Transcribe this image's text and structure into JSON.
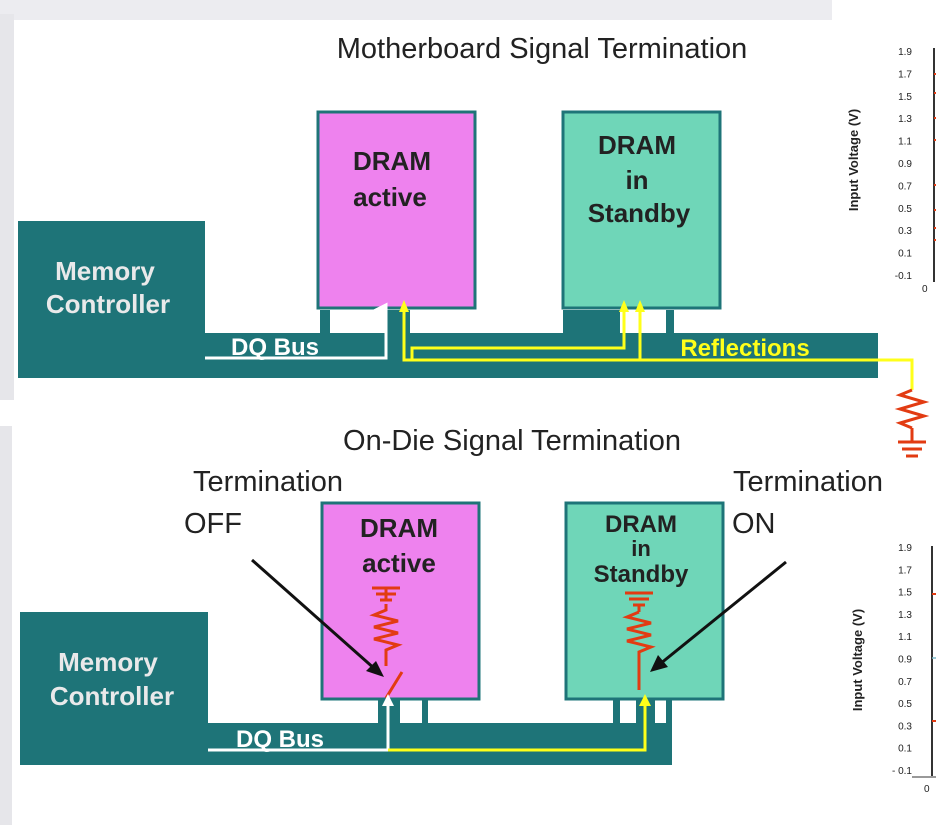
{
  "colors": {
    "teal": "#1e7478",
    "mint": "#6fd6b8",
    "pink": "#ee82ee",
    "yellow": "#ffff1a",
    "white": "#ffffff",
    "red": "#e23b12",
    "frame": "#e8e8ec"
  },
  "top_panel": {
    "title": "Motherboard Signal Termination",
    "controller_label_1": "Memory",
    "controller_label_2": "Controller",
    "bus_label": "DQ Bus",
    "reflections_label": "Reflections",
    "dram_active_1": "DRAM",
    "dram_active_2": "active",
    "dram_standby_1": "DRAM",
    "dram_standby_2": "in",
    "dram_standby_3": "Standby"
  },
  "bottom_panel": {
    "title": "On-Die Signal Termination",
    "termination_off_1": "Termination",
    "termination_off_2": "OFF",
    "termination_on_1": "Termination",
    "termination_on_2": "ON",
    "controller_label_1": "Memory",
    "controller_label_2": "Controller",
    "bus_label": "DQ Bus",
    "dram_active_1": "DRAM",
    "dram_active_2": "active",
    "dram_standby_1": "DRAM",
    "dram_standby_2": "in",
    "dram_standby_3": "Standby"
  },
  "graph_top": {
    "ylabel": "Input Voltage (V)",
    "ticks": [
      "1.9",
      "1.7",
      "1.5",
      "1.3",
      "1.1",
      "0.9",
      "0.7",
      "0.5",
      "0.3",
      "0.1",
      "-0.1"
    ],
    "x0": "0"
  },
  "graph_bottom": {
    "ylabel": "Input Voltage (V)",
    "ticks": [
      "1.9",
      "1.7",
      "1.5",
      "1.3",
      "1.1",
      "0.9",
      "0.7",
      "0.5",
      "0.3",
      "0.1",
      "- 0.1"
    ],
    "x0": "0"
  }
}
